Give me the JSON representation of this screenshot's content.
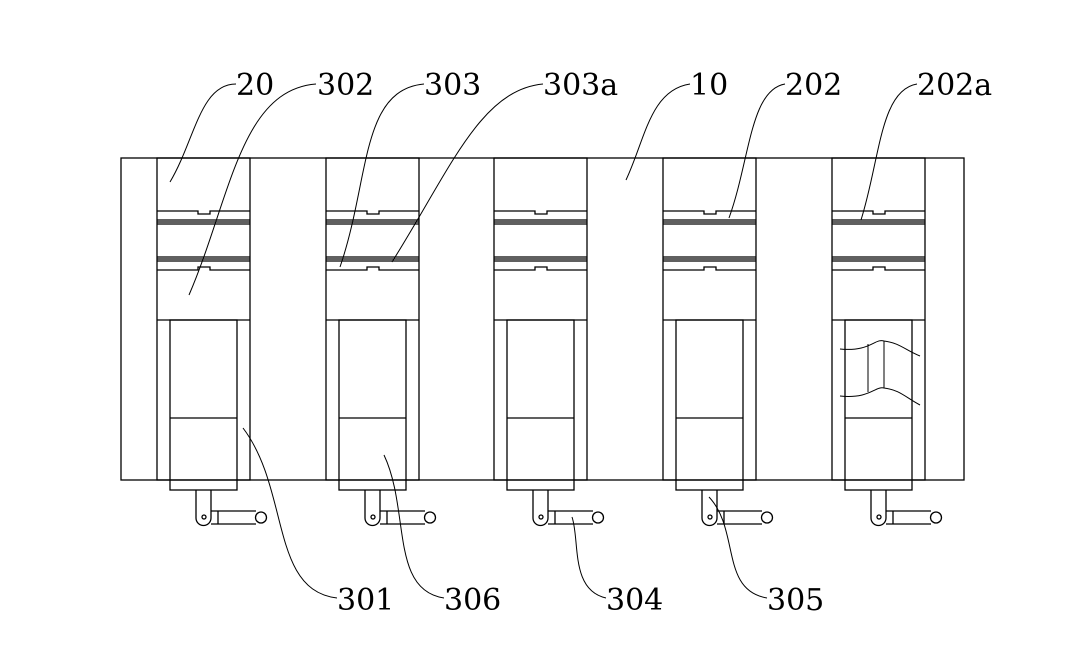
{
  "figure": {
    "labels": [
      {
        "id": "l20",
        "text": "20"
      },
      {
        "id": "l302",
        "text": "302"
      },
      {
        "id": "l303",
        "text": "303"
      },
      {
        "id": "l303a",
        "text": "303a"
      },
      {
        "id": "l10",
        "text": "10"
      },
      {
        "id": "l202",
        "text": "202"
      },
      {
        "id": "l202a",
        "text": "202a"
      },
      {
        "id": "l301",
        "text": "301"
      },
      {
        "id": "l306",
        "text": "306"
      },
      {
        "id": "l304",
        "text": "304"
      },
      {
        "id": "l305",
        "text": "305"
      }
    ],
    "unit_count": 5
  }
}
